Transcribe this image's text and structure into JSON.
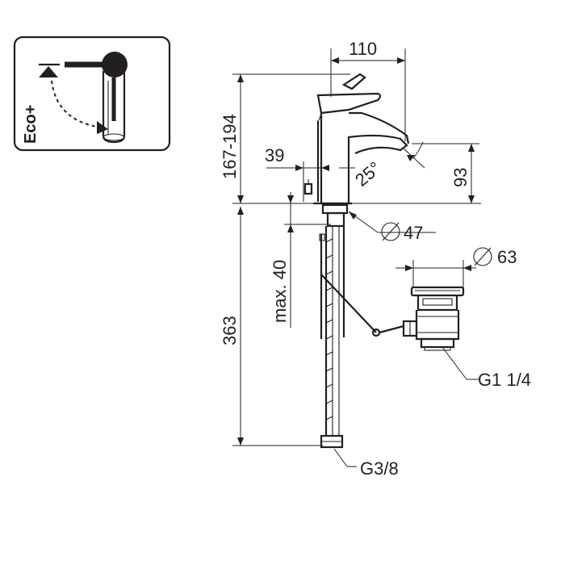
{
  "eco_box": {
    "label": "Eco+",
    "icon": "eco-lever-icon"
  },
  "dimensions": {
    "width_top": "110",
    "height_range": "167-194",
    "spout_offset": "39",
    "angle": "25°",
    "spout_height": "93",
    "base_diameter": "47",
    "max_thickness": "max. 40",
    "total_height": "363",
    "drain_diameter": "63",
    "drain_thread": "G1 1/4",
    "supply_thread": "G3/8"
  },
  "colors": {
    "ink": "#231f20",
    "background": "#ffffff"
  }
}
